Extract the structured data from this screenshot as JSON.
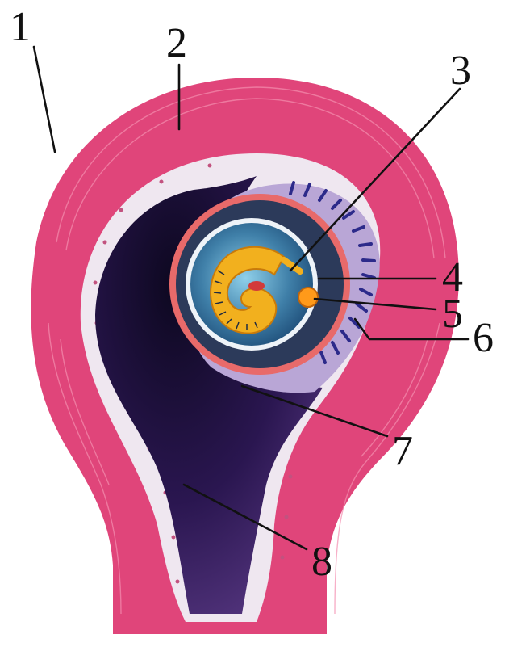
{
  "labels": [
    {
      "id": "l1",
      "text": "1"
    },
    {
      "id": "l2",
      "text": "2"
    },
    {
      "id": "l3",
      "text": "3"
    },
    {
      "id": "l4",
      "text": "4"
    },
    {
      "id": "l5",
      "text": "5"
    },
    {
      "id": "l6",
      "text": "6"
    },
    {
      "id": "l7",
      "text": "7"
    },
    {
      "id": "l8",
      "text": "8"
    }
  ],
  "colors": {
    "myometrium": "#e0457a",
    "myometrium_light": "#f07aa0",
    "endometrium": "#efe7f0",
    "uterine_cavity": "#1d1238",
    "decidua": "#b9a6d6",
    "chorion_villi": "#2c2a8a",
    "amniotic_cavity": "#2f6f9a",
    "embryo": "#f2b01e",
    "yolk_sac": "#ff9a1a"
  }
}
